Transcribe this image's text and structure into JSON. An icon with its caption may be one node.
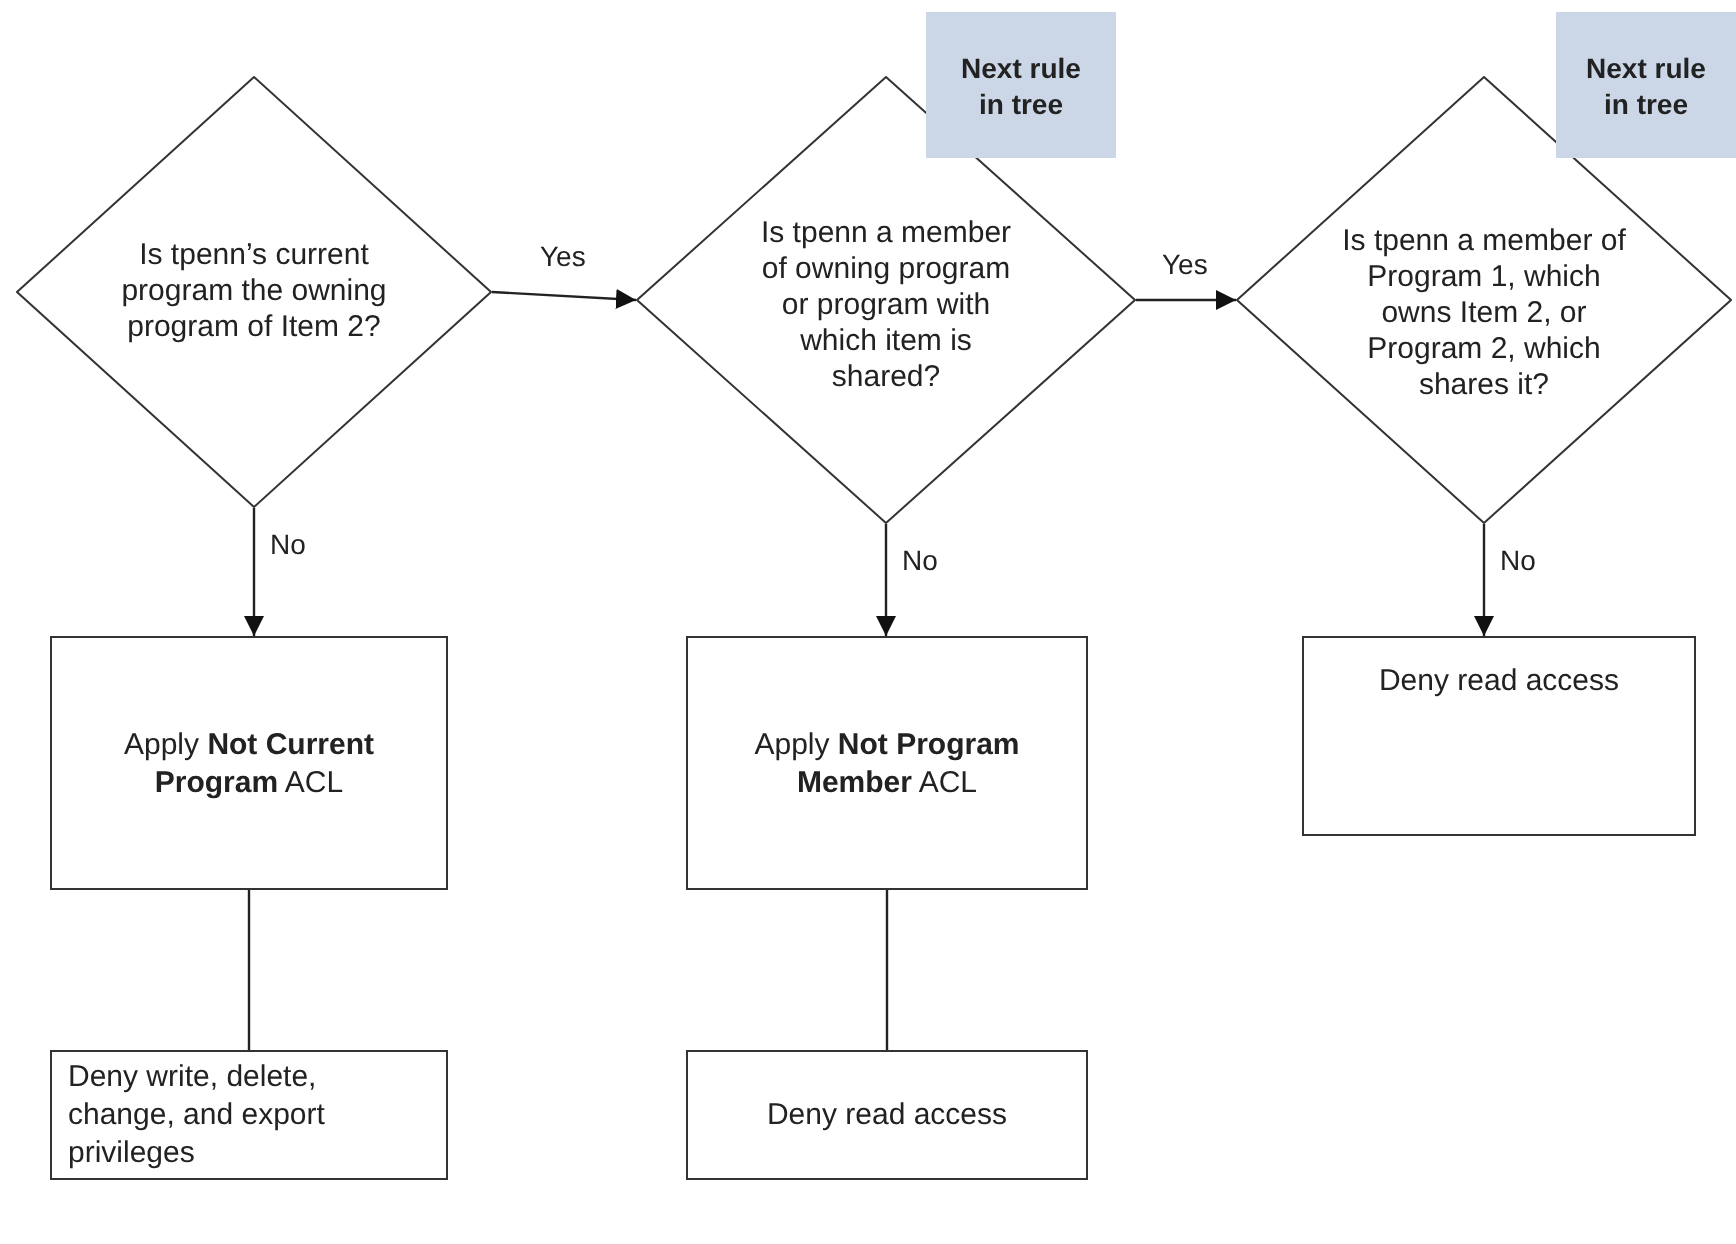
{
  "diagram": {
    "nodes": [
      {
        "text": [
          "Is tpenn’s current program the owning program of Item 2?"
        ]
      },
      {
        "text": [
          "Is tpenn a member of owning program or program with which item is shared?"
        ]
      },
      {
        "text": [
          "Next rule in tree"
        ]
      },
      {
        "text": [
          "Is tpenn a member of Program 1, which owns Item 2, or Program 2, which shares it?"
        ]
      },
      {
        "text": [
          "Next rule in tree"
        ]
      },
      {
        "text": [
          "Apply **Not Current Program** ACL"
        ]
      },
      {
        "text": [
          "Apply **Not Program Member** ACL"
        ]
      },
      {
        "text": [
          "Deny read access"
        ]
      },
      {
        "text": [
          "Deny write, delete, change, and export privileges"
        ]
      },
      {
        "text": [
          "Deny read access"
        ]
      }
    ],
    "edges": [
      {
        "from": 0,
        "to": 1,
        "arrow": "to",
        "label": "Yes"
      },
      {
        "from": 1,
        "to": 3,
        "arrow": "to",
        "label": "Yes"
      },
      {
        "from": 0,
        "to": 5,
        "arrow": "to",
        "label": "No"
      },
      {
        "from": 1,
        "to": 6,
        "arrow": "to",
        "label": "No"
      },
      {
        "from": 3,
        "to": 7,
        "arrow": "to",
        "label": "No"
      },
      {
        "from": 5,
        "to": 8,
        "arrow": "none"
      },
      {
        "from": 6,
        "to": 9,
        "arrow": "none"
      }
    ]
  }
}
